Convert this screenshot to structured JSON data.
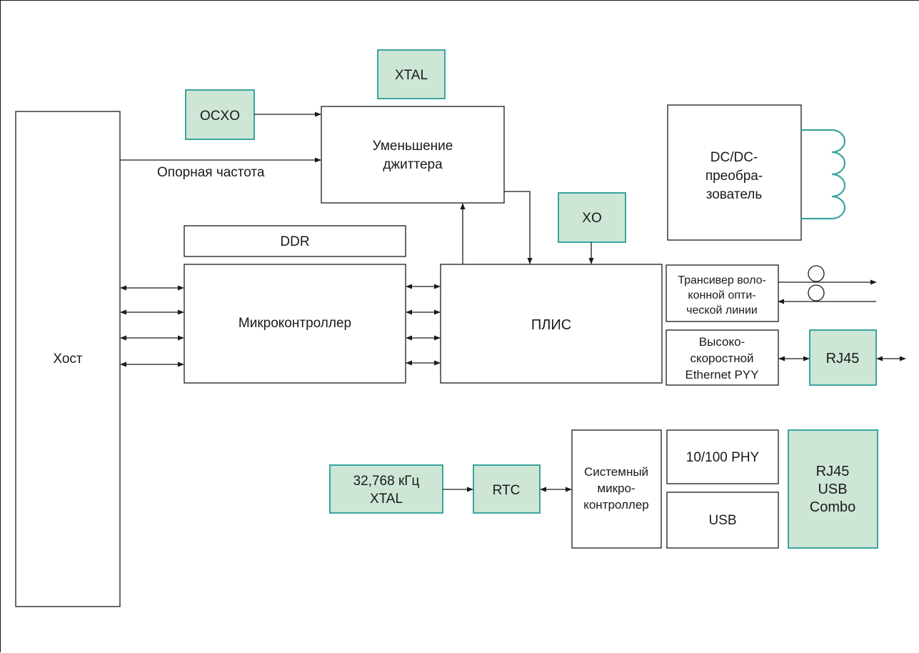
{
  "blocks": {
    "host": "Хост",
    "ocxo": "OCXO",
    "xtal": "XTAL",
    "jitter": [
      "Уменьшение",
      "джиттера"
    ],
    "ref_freq_label": "Опорная частота",
    "ddr": "DDR",
    "mcu": "Микроконтроллер",
    "fpga": "ПЛИС",
    "xo": "XO",
    "dcdc": [
      "DC/DC-",
      "преобра-",
      "зователь"
    ],
    "transceiver": [
      "Трансивер воло-",
      "конной опти-",
      "ческой линии"
    ],
    "eth_phy": [
      "Высоко-",
      "скоростной",
      "Ethernet PYY"
    ],
    "rj45": "RJ45",
    "xtal32": [
      "32,768 кГц",
      "XTAL"
    ],
    "rtc": "RTC",
    "sys_mcu": [
      "Системный",
      "микро-",
      "контроллер"
    ],
    "phy100": "10/100 PHY",
    "usb": "USB",
    "combo": [
      "RJ45",
      "USB",
      "Combo"
    ]
  },
  "colors": {
    "accent_fill": "#cde6d5",
    "accent_stroke": "#3aa59f",
    "line": "#1a1a1a"
  }
}
